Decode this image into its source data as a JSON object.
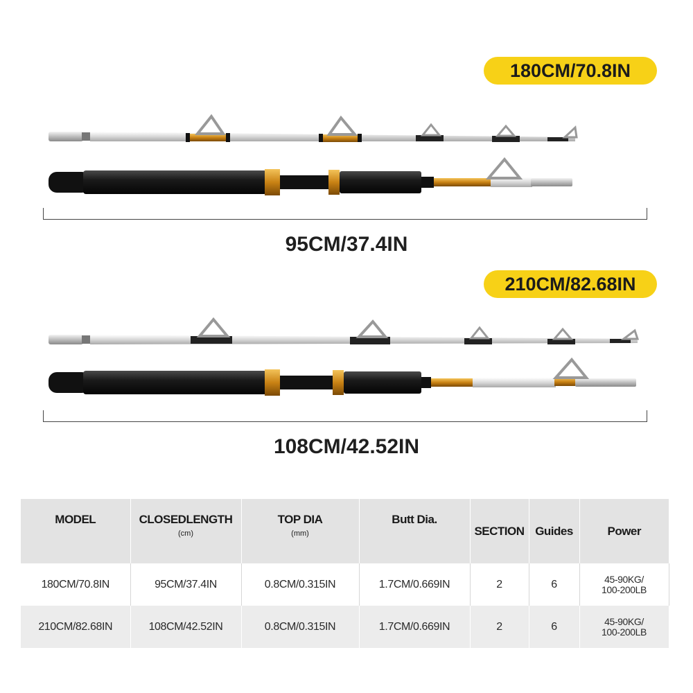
{
  "products": [
    {
      "badge": "180CM/70.8IN",
      "closed_length": "95CM/37.4IN"
    },
    {
      "badge": "210CM/82.68IN",
      "closed_length": "108CM/42.52IN"
    }
  ],
  "table": {
    "headers": [
      {
        "label": "MODEL",
        "sub": ""
      },
      {
        "label": "CLOSEDLENGTH",
        "sub": "(cm)"
      },
      {
        "label": "TOP DIA",
        "sub": "(mm)"
      },
      {
        "label": "Butt Dia.",
        "sub": ""
      },
      {
        "label": "SECTION",
        "sub": ""
      },
      {
        "label": "Guides",
        "sub": ""
      },
      {
        "label": "Power",
        "sub": ""
      }
    ],
    "rows": [
      {
        "model": "180CM/70.8IN",
        "closed": "95CM/37.4IN",
        "top": "0.8CM/0.315IN",
        "butt": "1.7CM/0.669IN",
        "section": "2",
        "guides": "6",
        "power_1": "45-90KG/",
        "power_2": "100-200LB"
      },
      {
        "model": "210CM/82.68IN",
        "closed": "108CM/42.52IN",
        "top": "0.8CM/0.315IN",
        "butt": "1.7CM/0.669IN",
        "section": "2",
        "guides": "6",
        "power_1": "45-90KG/",
        "power_2": "100-200LB"
      }
    ]
  },
  "colors": {
    "badge": "#f7d117",
    "header_bg": "#e3e3e3",
    "row_alt": "#ececec",
    "gold": "#d9931a",
    "grip": "#151515"
  }
}
